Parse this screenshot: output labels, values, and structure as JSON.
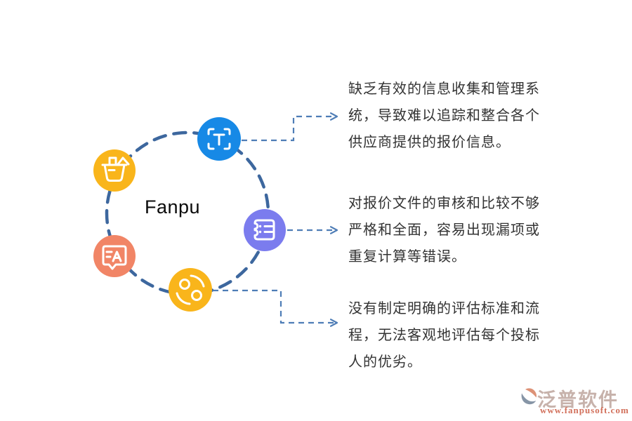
{
  "diagram": {
    "center_label": "Fanpu"
  },
  "colors": {
    "circle_dash": "#3d679e",
    "connector": "#4e7db6",
    "icon_blue": "#1789e6",
    "icon_yellow": "#f9b51b",
    "icon_purple": "#7b7cee",
    "icon_salmon": "#f18566",
    "annotation_text": "#333333",
    "logo_brand": "#c7b2ab",
    "logo_url": "#d2705b",
    "logo_mark_orange": "#dd9277",
    "logo_mark_slate": "#8695a6"
  },
  "icons": [
    {
      "name": "text-scan-icon",
      "color": "#1789e6"
    },
    {
      "name": "shopping-basket-icon",
      "color": "#f9b51b"
    },
    {
      "name": "ticket-list-icon",
      "color": "#7b7cee"
    },
    {
      "name": "translate-chat-icon",
      "color": "#f18566"
    },
    {
      "name": "sync-share-icon",
      "color": "#f9b51b"
    }
  ],
  "annotations": [
    {
      "text": "缺乏有效的信息收集和管理系统，导致难以追踪和整合各个供应商提供的报价信息。",
      "lines": [
        "缺乏有效的信息收集和管理系",
        "统，导致难以追踪和整合各个",
        "供应商提供的报价信息。"
      ]
    },
    {
      "text": "对报价文件的审核和比较不够严格和全面，容易出现漏项或重复计算等错误。",
      "lines": [
        "对报价文件的审核和比较不够",
        "严格和全面，容易出现漏项或",
        "重复计算等错误。"
      ]
    },
    {
      "text": "没有制定明确的评估标准和流程，无法客观地评估每个投标人的优劣。",
      "lines": [
        "没有制定明确的评估标准和流",
        "程，无法客观地评估每个投标",
        "人的优劣。"
      ]
    }
  ],
  "footer_logo": {
    "brand": "泛普软件",
    "url": "www.fanpusoft.com"
  }
}
